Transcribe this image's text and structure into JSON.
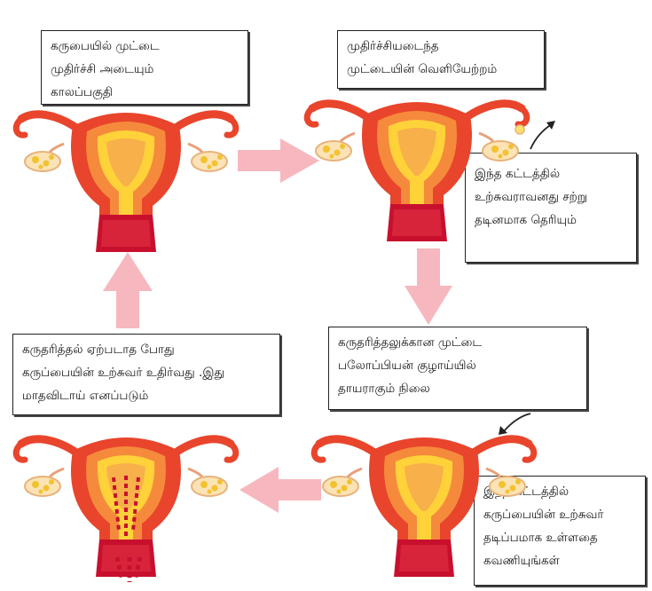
{
  "colors": {
    "arrow": "#f6b8be",
    "uterus_outer": "#e8452c",
    "uterus_inner": "#f58a3c",
    "uterus_lining": "#ffd23a",
    "cervix": "#c8102e",
    "pointer": "#222222"
  },
  "stages": [
    {
      "label": "கருபையில் முட்டை\nமுதிர்ச்சி அடையும்\nகாலப்பகுதி"
    },
    {
      "label": "முதிர்ச்சியடைந்த\nமுட்டையின் வெளியேற்றம்"
    },
    {
      "label": "கருதரித்தலுக்கான முட்டை\nபலோப்பியன் குழாய்யில்\nதாயராகும் நிலை"
    },
    {
      "label": "கருதரித்தல்   ஏற்படாத போது\nகருப்பையின் உற்சுவர் உதிர்வது .இது\nமாதவிடாய் எனப்படும்"
    }
  ],
  "notes": [
    {
      "text": "இந்த கட்டத்தில்\nஉற்சுவராவனது சற்று\nதடினமாக தெரியும்"
    },
    {
      "text": "இந்த கட்டத்தில்\nகருப்பையின் உற்சுவர்\nதடிப்பமாக உள்ளதை\nகவணியுங்கள்"
    }
  ]
}
